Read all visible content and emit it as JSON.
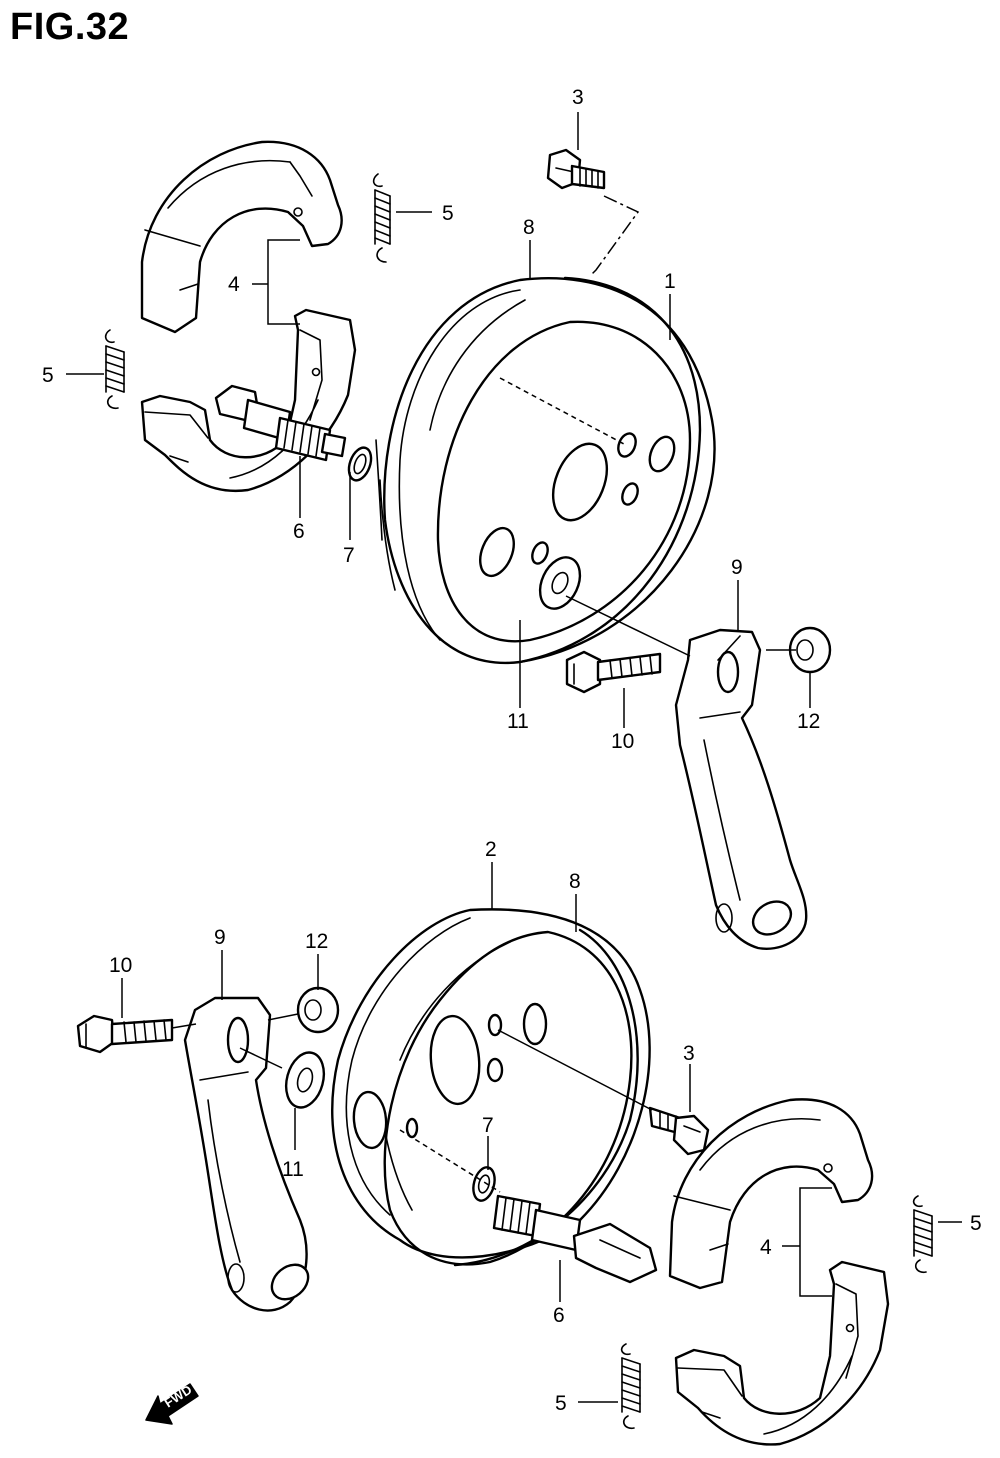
{
  "figure": {
    "title": "FIG.32"
  },
  "fwd_label": "FWD",
  "callouts": {
    "top": {
      "c3": "3",
      "c5a": "5",
      "c8": "8",
      "c1": "1",
      "c4": "4",
      "c5b": "5",
      "c6": "6",
      "c7": "7",
      "c9": "9",
      "c11": "11",
      "c10": "10",
      "c12": "12"
    },
    "bottom": {
      "c2": "2",
      "c8": "8",
      "c9": "9",
      "c12": "12",
      "c10": "10",
      "c3": "3",
      "c11": "11",
      "c7": "7",
      "c5a": "5",
      "c4": "4",
      "c6": "6",
      "c5b": "5"
    }
  }
}
